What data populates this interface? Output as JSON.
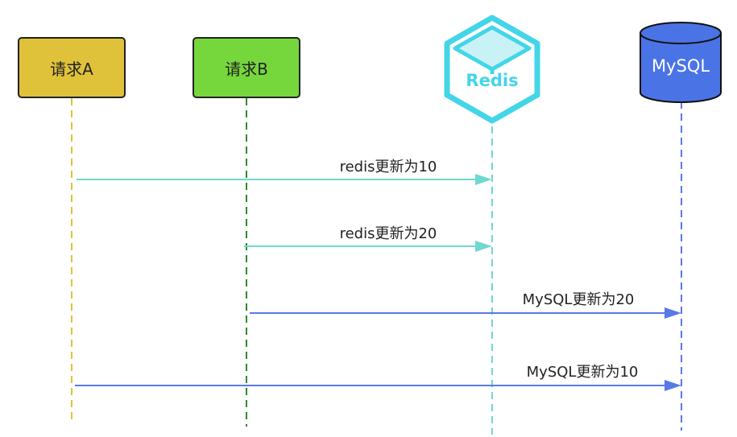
{
  "participants": {
    "request_a": "请求A",
    "request_b": "请求B",
    "redis": "Redis",
    "mysql": "MySQL"
  },
  "messages": [
    {
      "from": "请求A",
      "to": "Redis",
      "label": "redis更新为10"
    },
    {
      "from": "请求B",
      "to": "Redis",
      "label": "redis更新为20"
    },
    {
      "from": "请求B",
      "to": "MySQL",
      "label": "MySQL更新为20"
    },
    {
      "from": "请求A",
      "to": "MySQL",
      "label": "MySQL更新为10"
    }
  ],
  "colors": {
    "request_a_box": "#e0c23a",
    "request_b_box": "#76d73c",
    "redis": "#43d5e8",
    "mysql": "#4a74e6",
    "redis_arrow": "#6fd8d0",
    "mysql_arrow": "#5879e8"
  }
}
